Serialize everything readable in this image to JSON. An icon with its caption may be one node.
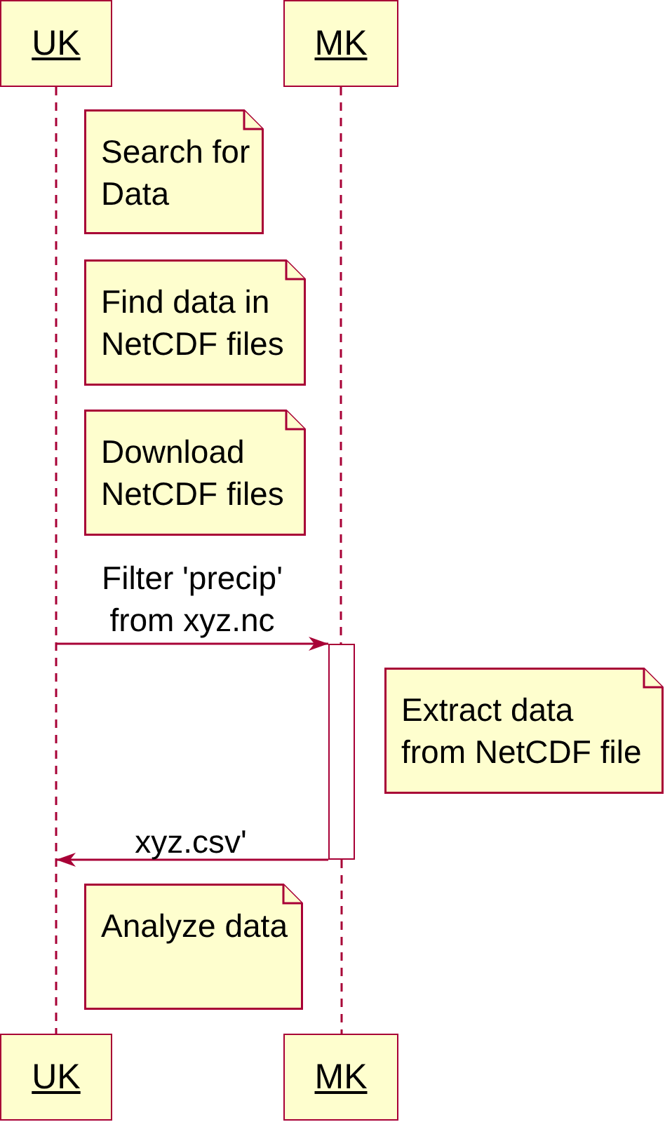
{
  "diagram": {
    "nodes": [
      {
        "text": [
          "UK"
        ]
      },
      {
        "text": [
          "MK"
        ]
      },
      {
        "text": [
          "Search for Data"
        ]
      },
      {
        "text": [
          "Find data in NetCDF files"
        ]
      },
      {
        "text": [
          "Download NetCDF files"
        ]
      },
      {
        "text": [],
        "shape": "bar"
      },
      {
        "text": [
          "Extract data from NetCDF file"
        ]
      },
      {
        "text": [
          "Analyze data"
        ]
      },
      {
        "text": [
          "UK"
        ]
      },
      {
        "text": [
          "MK"
        ]
      }
    ],
    "edges": [
      {
        "from": 0,
        "to": 8,
        "arrow": "none",
        "style": "dashed"
      },
      {
        "from": 1,
        "to": 5,
        "arrow": "none",
        "style": "dashed"
      },
      {
        "from": 5,
        "to": 9,
        "arrow": "none",
        "style": "dashed"
      },
      {
        "from": null,
        "to": 5,
        "arrow": "to",
        "label": "Filter 'precip' from xyz.nc"
      },
      {
        "from": 5,
        "to": null,
        "arrow": "to",
        "label": "xyz.csv'"
      }
    ]
  }
}
